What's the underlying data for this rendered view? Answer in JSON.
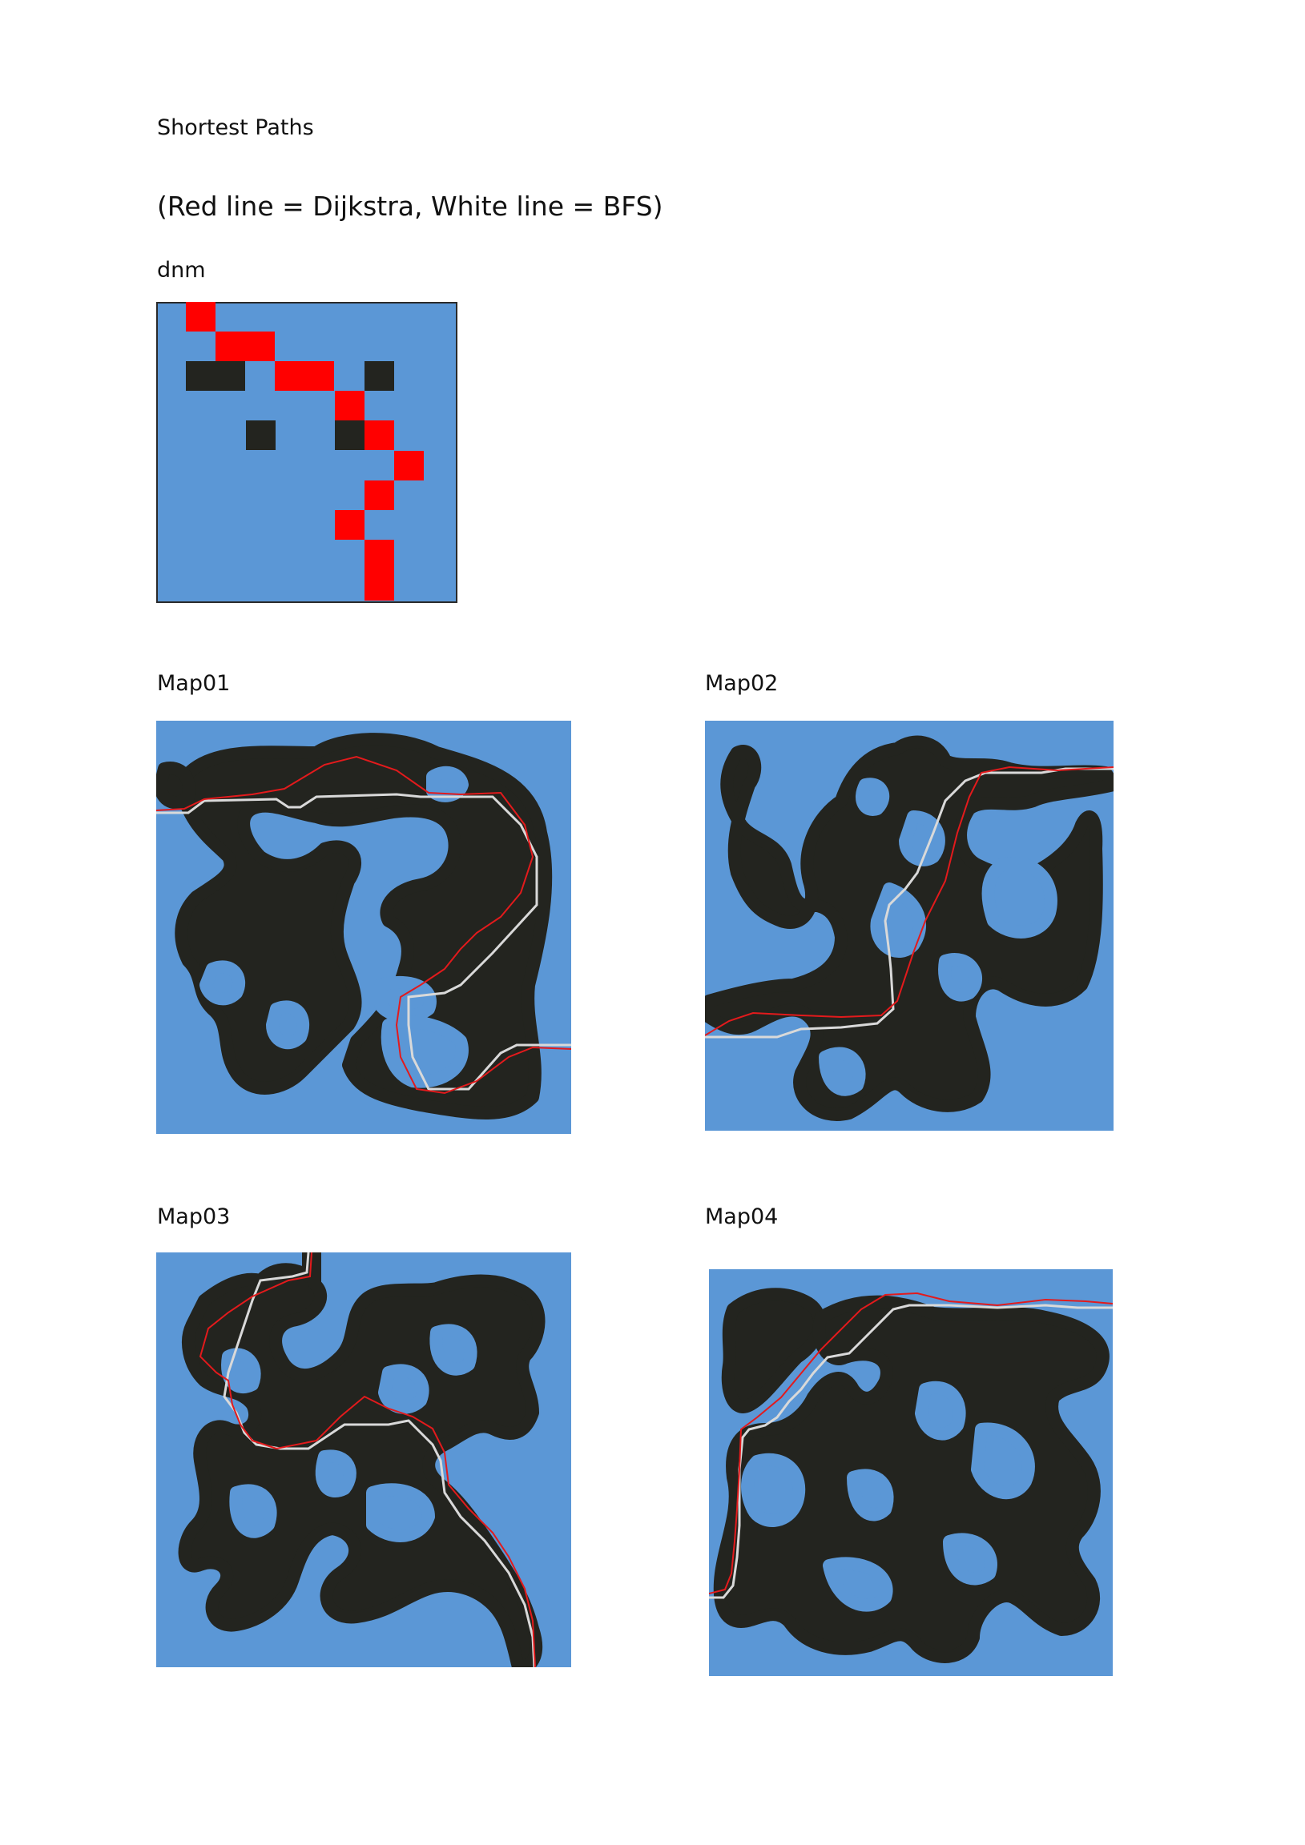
{
  "document": {
    "title": "Shortest Paths",
    "legend": "(Red line = Dijkstra, White line = BFS)"
  },
  "colors": {
    "water": "#5b97d6",
    "obstacle": "#23241f",
    "dijkstra_path": "#e31a1c",
    "bfs_path": "#d9d9d9",
    "dnm_path_cell": "#ff0000"
  },
  "figures": [
    {
      "id": "dnm",
      "label": "dnm"
    },
    {
      "id": "map01",
      "label": "Map01"
    },
    {
      "id": "map02",
      "label": "Map02"
    },
    {
      "id": "map03",
      "label": "Map03"
    },
    {
      "id": "map04",
      "label": "Map04"
    }
  ]
}
